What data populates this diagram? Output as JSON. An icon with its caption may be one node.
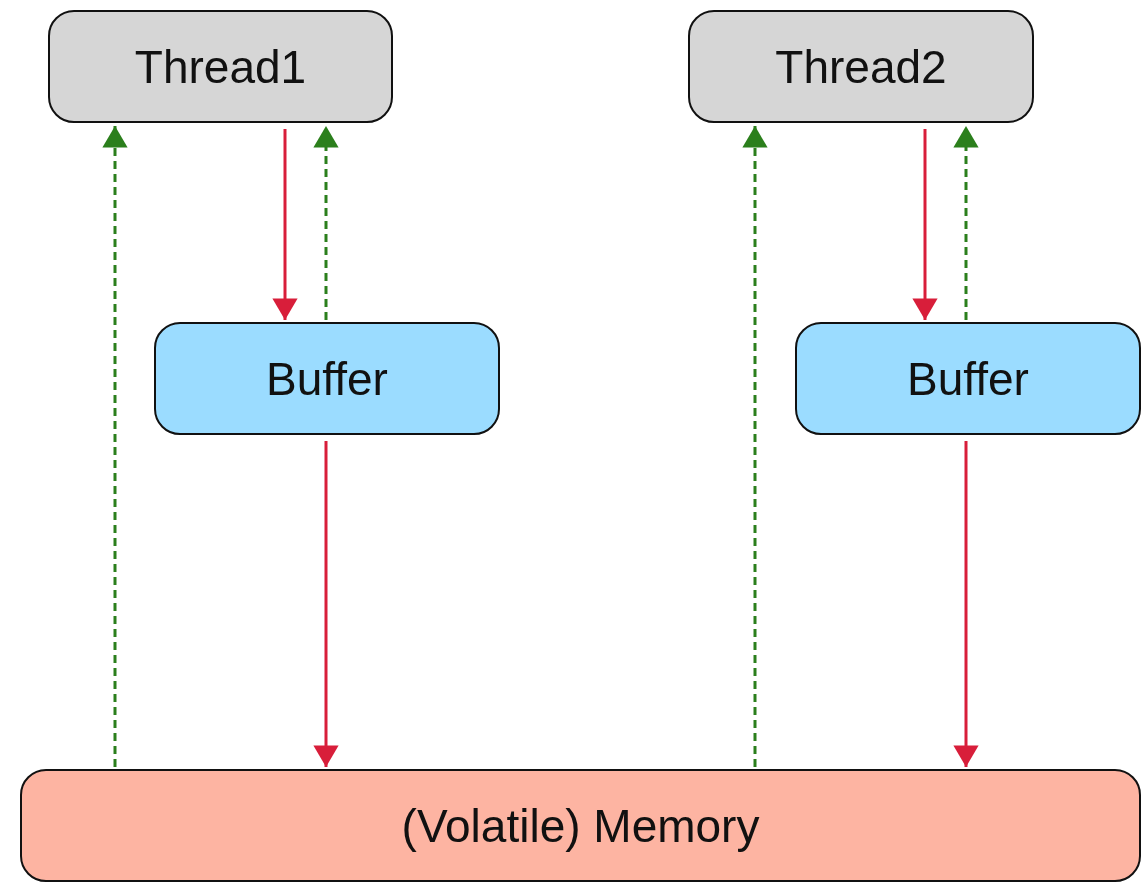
{
  "diagram": {
    "nodes": [
      {
        "text": [
          "Thread1"
        ]
      },
      {
        "text": [
          "Thread2"
        ]
      },
      {
        "text": [
          "Buffer"
        ]
      },
      {
        "text": [
          "Buffer"
        ]
      },
      {
        "text": [
          "(Volatile) Memory"
        ]
      }
    ],
    "edges": [
      {
        "from": 0,
        "to": 2,
        "arrow": "to",
        "color": "#d81e3a"
      },
      {
        "from": 2,
        "to": 0,
        "arrow": "to",
        "style": "dashed",
        "color": "#2b7f1c"
      },
      {
        "from": 4,
        "to": 0,
        "arrow": "to",
        "style": "dashed",
        "color": "#2b7f1c"
      },
      {
        "from": 2,
        "to": 4,
        "arrow": "to",
        "color": "#d81e3a"
      },
      {
        "from": 1,
        "to": 3,
        "arrow": "to",
        "color": "#d81e3a"
      },
      {
        "from": 3,
        "to": 1,
        "arrow": "to",
        "style": "dashed",
        "color": "#2b7f1c"
      },
      {
        "from": 4,
        "to": 1,
        "arrow": "to",
        "style": "dashed",
        "color": "#2b7f1c"
      },
      {
        "from": 3,
        "to": 4,
        "arrow": "to",
        "color": "#d81e3a"
      }
    ]
  }
}
